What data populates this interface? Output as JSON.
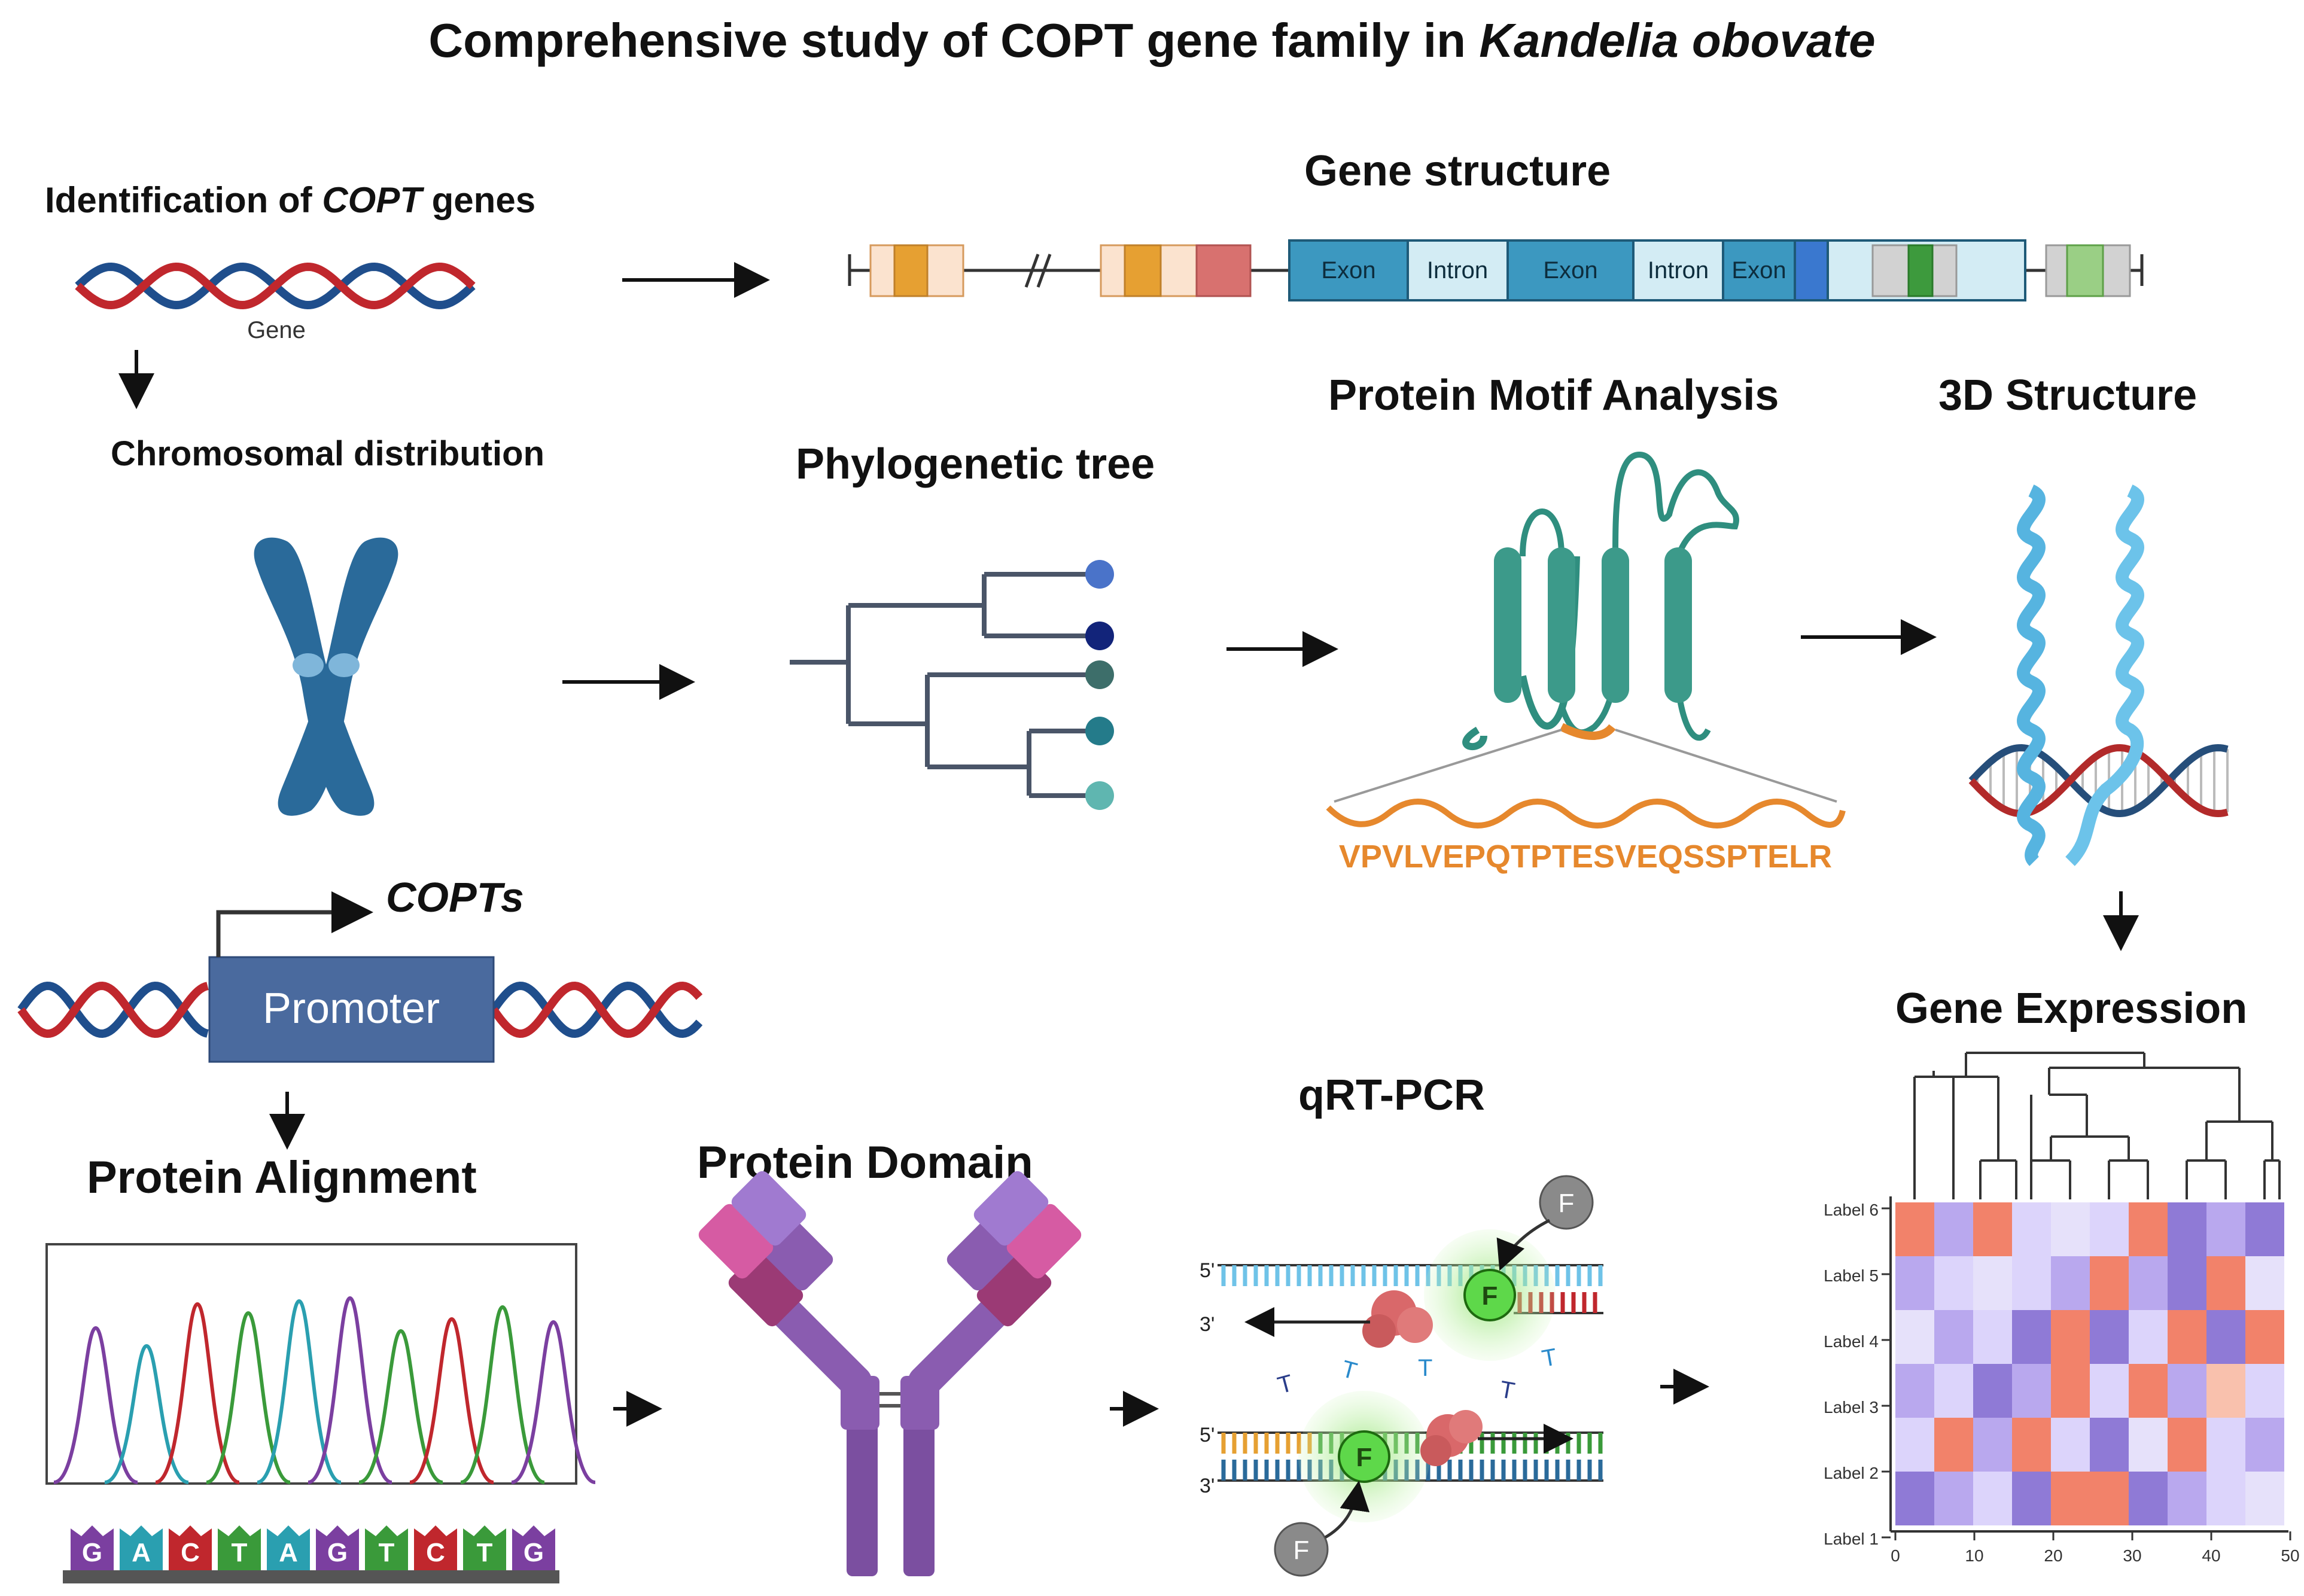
{
  "title": {
    "prefix": "Comprehensive study of COPT gene family in ",
    "species": "Kandelia obovate"
  },
  "sections": {
    "identification": {
      "prefix": "Identification of ",
      "gene": "COPT",
      "suffix": " genes"
    },
    "gene_label": "Gene",
    "gene_structure": "Gene structure",
    "chromosomal": "Chromosomal distribution",
    "phylogenetic": "Phylogenetic tree",
    "motif": "Protein Motif Analysis",
    "structure3d": "3D Structure",
    "promoter_target": "COPTs",
    "promoter": "Promoter",
    "alignment": "Protein Alignment",
    "domain": "Protein Domain",
    "qpcr": "qRT-PCR",
    "expression": "Gene Expression"
  },
  "gene_structure_labels": [
    "Exon",
    "Intron",
    "Exon",
    "Intron",
    "Exon"
  ],
  "motif_sequence": "VPVLVEPQTPTESVEQSSPTELR",
  "sequence_letters": [
    "G",
    "A",
    "C",
    "T",
    "A",
    "G",
    "T",
    "C",
    "T",
    "G"
  ],
  "qpcr": {
    "five": "5'",
    "three": "3'",
    "fluor": "F",
    "t": "T"
  },
  "heatmap": {
    "row_labels": [
      "Label 6",
      "Label 5",
      "Label 4",
      "Label 3",
      "Label 2",
      "Label 1"
    ],
    "x_ticks": [
      "0",
      "10",
      "20",
      "30",
      "40",
      "50"
    ]
  },
  "colors": {
    "dna_red": "#c0272d",
    "dna_blue": "#1f4e8c",
    "chromosome": "#2a6a9a",
    "teal": "#3c9a8a",
    "orange": "#e6882d",
    "promoter": "#4a6a9e",
    "purple": "#7b4fa0",
    "heat_low": "#8f7ad6",
    "heat_high": "#f2826a"
  }
}
